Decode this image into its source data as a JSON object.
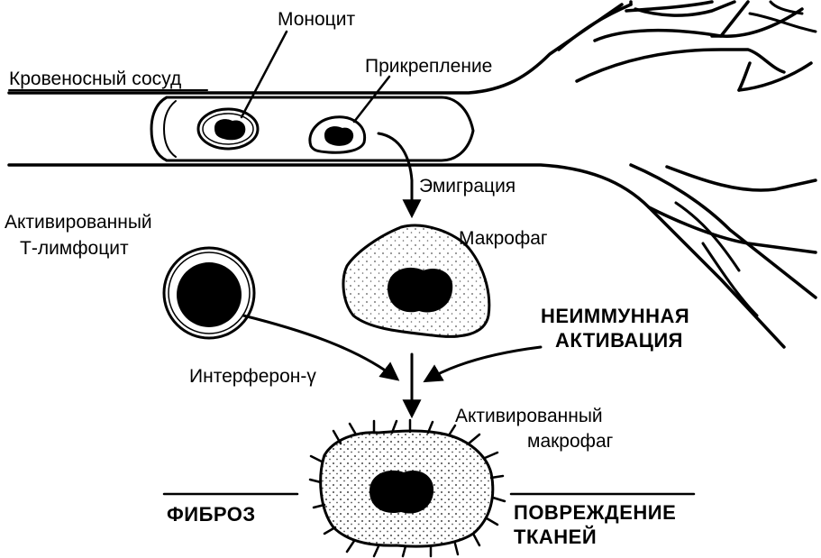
{
  "labels": {
    "monocyte": "Моноцит",
    "blood_vessel": "Кровеносный сосуд",
    "attachment": "Прикрепление",
    "emigration": "Эмиграция",
    "activated_t_lymphocyte_line1": "Активированный",
    "activated_t_lymphocyte_line2": "Т-лимфоцит",
    "macrophage": "Макрофаг",
    "nonimmune_activation_line1": "НЕИММУННАЯ",
    "nonimmune_activation_line2": "АКТИВАЦИЯ",
    "interferon": "Интерферон-γ",
    "activated_macrophage_line1": "Активированный",
    "activated_macrophage_line2": "макрофаг",
    "fibrosis": "ФИБРОЗ",
    "tissue_damage_line1": "ПОВРЕЖДЕНИЕ",
    "tissue_damage_line2": "ТКАНЕЙ"
  }
}
